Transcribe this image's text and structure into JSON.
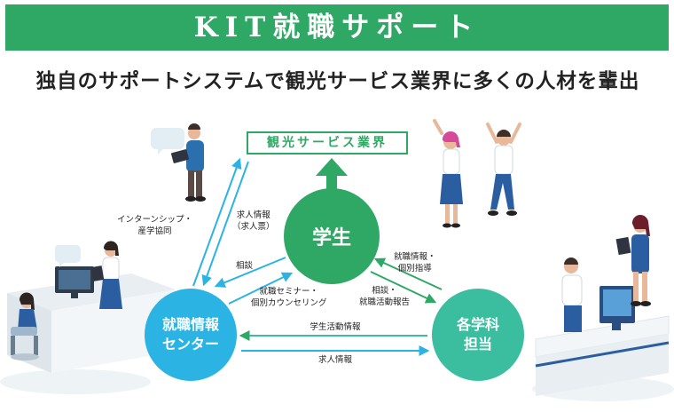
{
  "header": {
    "title": "KIT就職サポート",
    "headline": "独自のサポートシステムで観光サービス業界に多くの人材を輩出"
  },
  "diagram": {
    "target_box": "観光サービス業界",
    "nodes": {
      "student": "学生",
      "center_line1": "就職情報",
      "center_line2": "センター",
      "dept_line1": "各学科",
      "dept_line2": "担当"
    },
    "labels": {
      "internship_line1": "インターンシップ・",
      "internship_line2": "産学協同",
      "job_info_line1": "求人情報",
      "job_info_line2": "（求人票）",
      "consult": "相談",
      "seminar_line1": "就職セミナー・",
      "seminar_line2": "個別カウンセリング",
      "guidance_line1": "就職情報・",
      "guidance_line2": "個別指導",
      "report_line1": "相談・",
      "report_line2": "就職活動報告",
      "activity_info": "学生活動情報",
      "job_info_bottom": "求人情報"
    }
  },
  "colors": {
    "green": "#2fa865",
    "blue": "#2bb3e4",
    "teal": "#3bbea0"
  }
}
